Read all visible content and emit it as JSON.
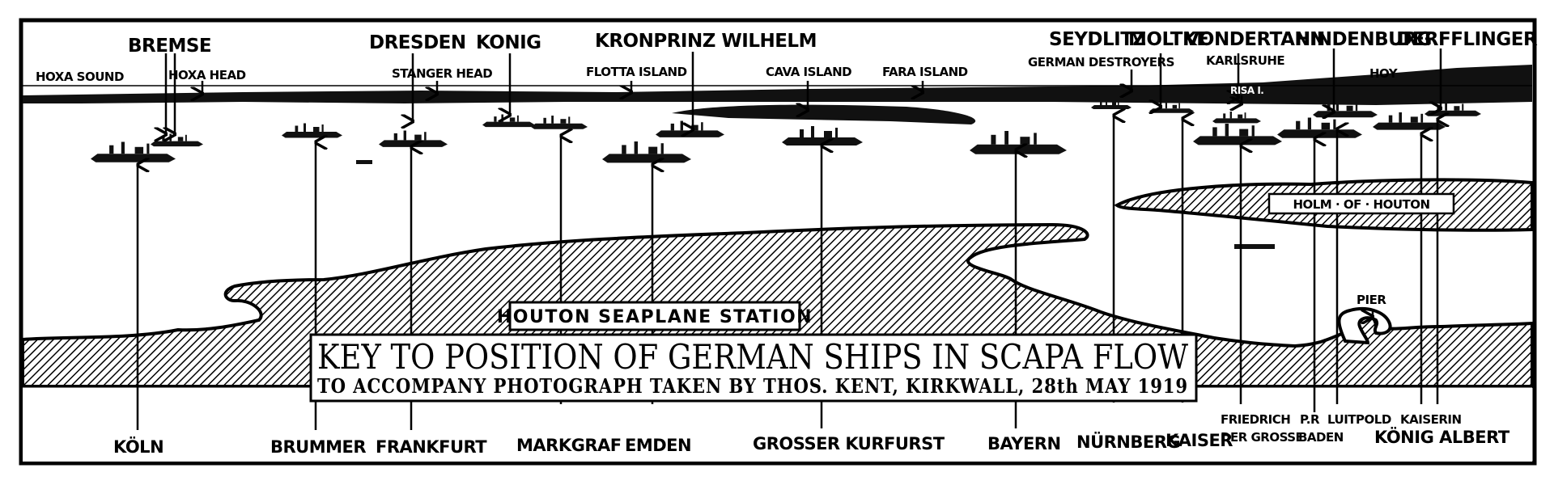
{
  "title": {
    "main": "KEY TO POSITION OF GERMAN SHIPS IN SCAPA FLOW",
    "sub": "TO ACCOMPANY PHOTOGRAPH TAKEN BY THOS. KENT, KIRKWALL, 28th MAY 1919"
  },
  "places": {
    "hoxa_sound": "HOXA SOUND",
    "hoxa_head": "HOXA HEAD",
    "stanger_head": "STANGER HEAD",
    "flotta_island": "FLOTTA ISLAND",
    "cava_island": "CAVA ISLAND",
    "fara_island": "FARA ISLAND",
    "german_destroyers": "GERMAN DESTROYERS",
    "risa": "RISA I.",
    "hoy": "HOY",
    "holm_of_houton": "HOLM · OF · HOUTON",
    "houton_seaplane_station": "HOUTON SEAPLANE STATION",
    "pier": "PIER"
  },
  "ships_top": {
    "bremse": "BREMSE",
    "dresden": "DRESDEN",
    "konig": "KONIG",
    "kronprinz_wilhelm": "KRONPRINZ WILHELM",
    "seydlitz": "SEYDLITZ",
    "moltke": "MOLTKE",
    "von_der_tann": "VONDERTANN",
    "karlsruhe": "KARLSRUHE",
    "hindenburg": "HINDENBURG",
    "derfflinger": "DERFFLINGER"
  },
  "ships_bottom": {
    "koln": "KÖLN",
    "brummer": "BRUMMER",
    "frankfurt": "FRANKFURT",
    "markgraf": "MARKGRAF",
    "emden": "EMDEN",
    "grosser_kurfurst": "GROSSER KURFURST",
    "bayern": "BAYERN",
    "nurnberg": "NÜRNBERG",
    "kaiser": "KAISER",
    "friedrich_1": "FRIEDRICH",
    "friedrich_2": "DER GROSSE",
    "pr_baden_1": "P.R",
    "pr_baden_2": "BADEN",
    "luitpold": "LUITPOLD",
    "kaiserin": "KAISERIN",
    "konig_albert": "KÖNIG ALBERT"
  }
}
